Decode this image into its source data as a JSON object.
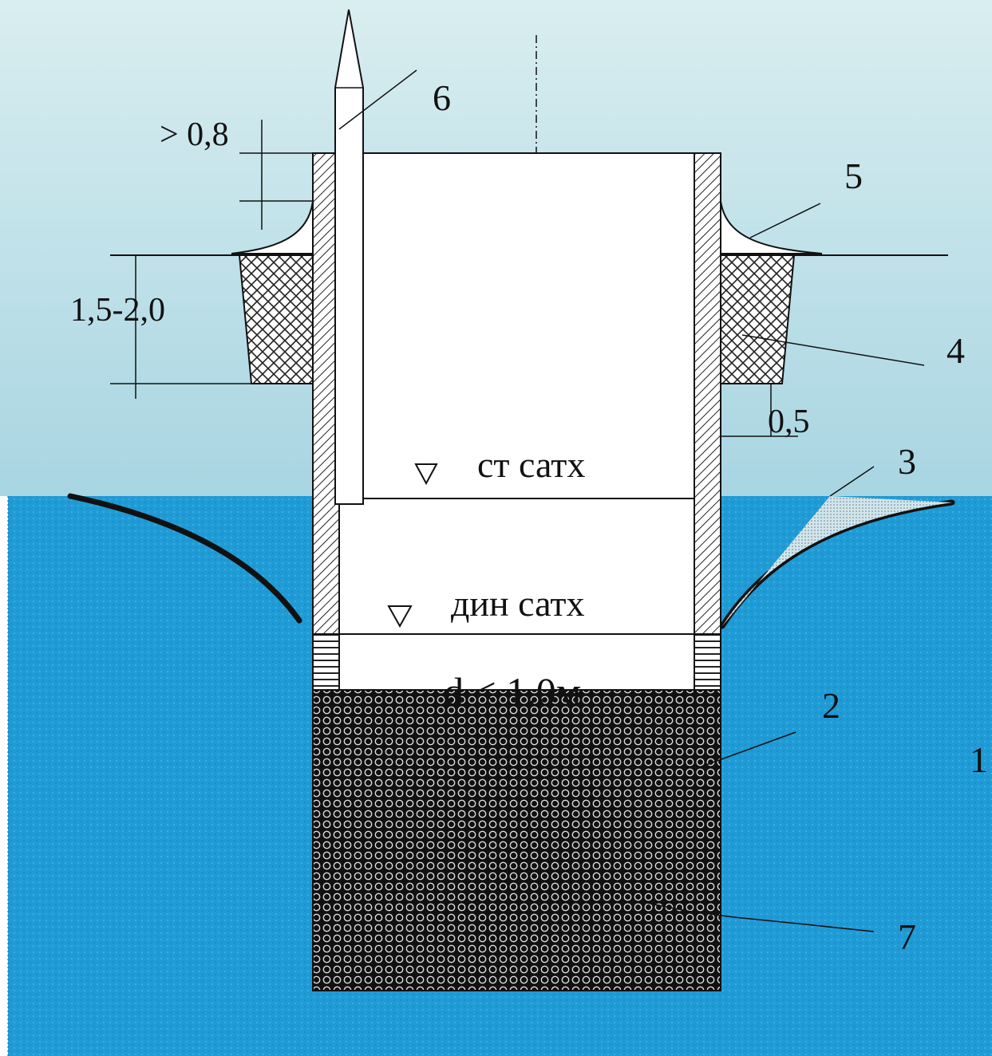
{
  "labels": {
    "num_1": "1",
    "num_2": "2",
    "num_3": "3",
    "num_4": "4",
    "num_5": "5",
    "num_6": "6",
    "num_7": "7"
  },
  "dimensions": {
    "seal_height": "> 0,8",
    "clay_depth": "1,5-2,0",
    "clay_offset": "0,5"
  },
  "levels": {
    "static": "ст сатх",
    "dynamic": "дин сатх"
  },
  "diameter": "d < 1.0м",
  "colors": {
    "sky_top": "#d7ecef",
    "sky_bottom": "#a9d6e3",
    "aquifer": "#1f9bd6",
    "well_interior": "#ffffff",
    "line": "#111111"
  }
}
